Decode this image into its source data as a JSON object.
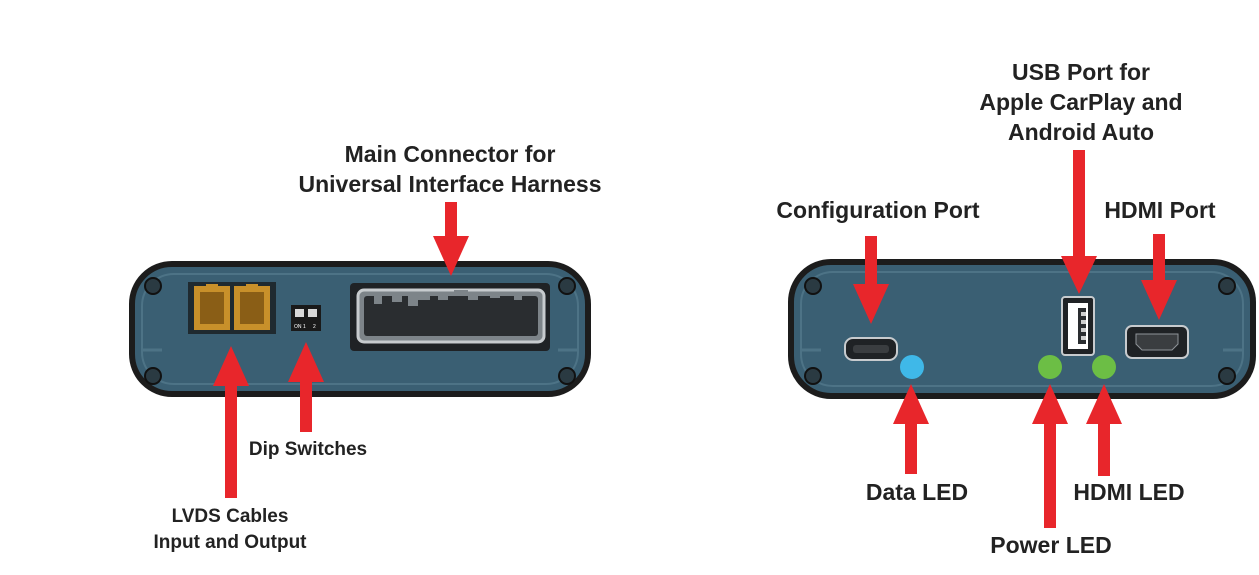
{
  "labels": {
    "main_connector": [
      "Main Connector for",
      "Universal Interface Harness"
    ],
    "dip_switches": "Dip Switches",
    "lvds": [
      "LVDS Cables",
      "Input and Output"
    ],
    "usb_port": [
      "USB Port for",
      "Apple CarPlay and",
      "Android Auto"
    ],
    "configuration_port": "Configuration Port",
    "hdmi_port": "HDMI Port",
    "data_led": "Data LED",
    "power_led": "Power LED",
    "hdmi_led": "HDMI LED",
    "dip_switch_markings": [
      "ON",
      "1",
      "2"
    ]
  },
  "colors": {
    "housing": "#3a5f73",
    "outline": "#1c1c1c",
    "arrow": "#e8262b",
    "lvds_connector": "#c8902a",
    "data_led": "#3fb8e8",
    "status_led": "#6cbe45",
    "text": "#222222"
  }
}
